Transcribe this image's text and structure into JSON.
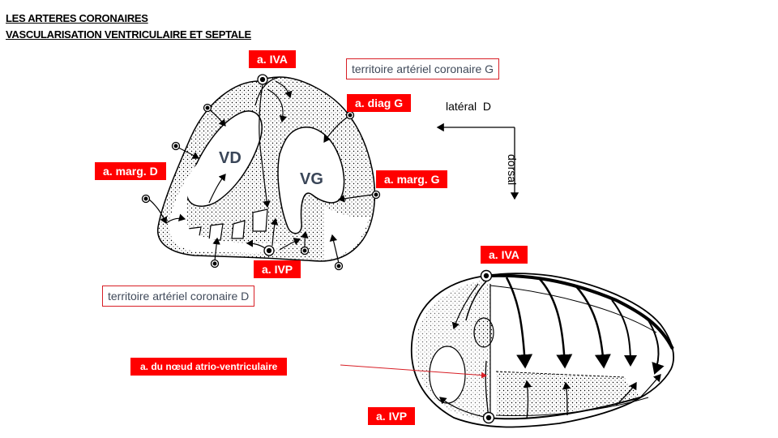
{
  "title": {
    "line1": "LES ARTERES CORONAIRES",
    "line2": "VASCULARISATION VENTRICULAIRE ET SEPTALE"
  },
  "labels": {
    "iva_top": "a. IVA",
    "territoire_g": "territoire artériel coronaire G",
    "diag_g": "a. diag G",
    "marg_d": "a. marg. D",
    "marg_g": "a. marg. G",
    "ivp_top": "a. IVP",
    "territoire_d": "territoire artériel coronaire D",
    "iva_bottom": "a. IVA",
    "noeud": "a. du nœud atrio-ventriculaire",
    "ivp_bottom": "a. IVP"
  },
  "orientation": {
    "lateral": "latéral  D",
    "dorsal": "dorsal"
  },
  "cavities": {
    "vd": "VD",
    "vg": "VG"
  },
  "colors": {
    "label_bg": "#ff0000",
    "box_border": "#d81f26",
    "box_text": "#404a5a",
    "cavity_text": "#3a4658"
  }
}
